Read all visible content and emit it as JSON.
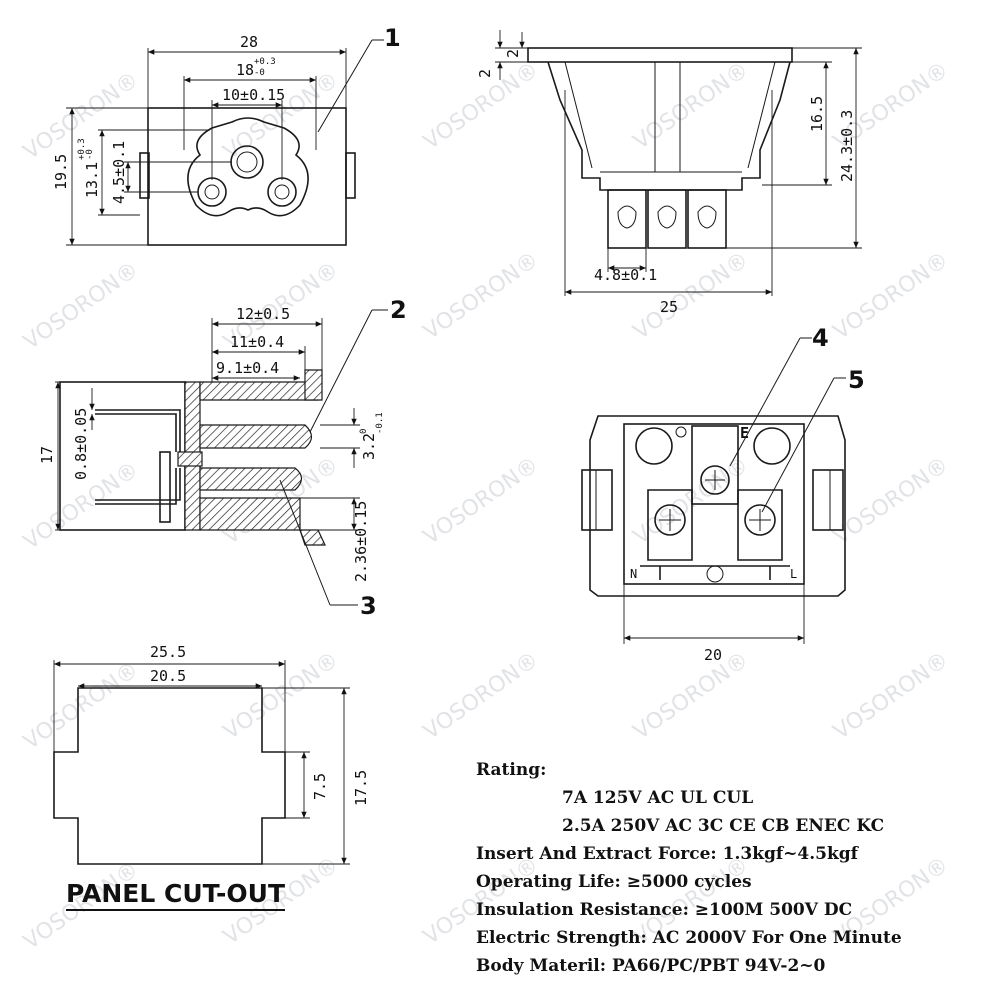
{
  "watermark": "VOSORON®",
  "callouts": [
    "1",
    "2",
    "3",
    "4",
    "5"
  ],
  "top_left_view": {
    "dims": [
      "28",
      "18",
      "+0.3",
      "-0",
      "10±0.15",
      "19.5",
      "13.1",
      "+0.3",
      "-0",
      "4.5±0.1"
    ]
  },
  "top_right_view": {
    "dims": [
      "2",
      "2",
      "16.5",
      "24.3±0.3",
      "4.8±0.1",
      "25"
    ]
  },
  "section_view": {
    "dims": [
      "12±0.5",
      "11±0.4",
      "9.1±0.4",
      "17",
      "0.8±0.05",
      "3.2",
      "0",
      "-0.1",
      "2.36±0.15"
    ]
  },
  "rear_view": {
    "dims": [
      "20"
    ],
    "labels": [
      "E",
      "N",
      "L"
    ]
  },
  "panel_cutout": {
    "title": "PANEL CUT-OUT",
    "dims": [
      "25.5",
      "20.5",
      "7.5",
      "17.5"
    ]
  },
  "specs": {
    "rating_label": "Rating:",
    "rating_line1": "7A 125V AC UL CUL",
    "rating_line2": "2.5A 250V AC 3C CE CB ENEC KC",
    "force": "Insert And Extract Force: 1.3kgf~4.5kgf",
    "life": "Operating Life: ≥5000 cycles",
    "insulation": "Insulation Resistance: ≥100M  500V DC",
    "strength": "Electric Strength: AC 2000V For One Minute",
    "material": "Body Materil: PA66/PC/PBT   94V-2~0"
  }
}
